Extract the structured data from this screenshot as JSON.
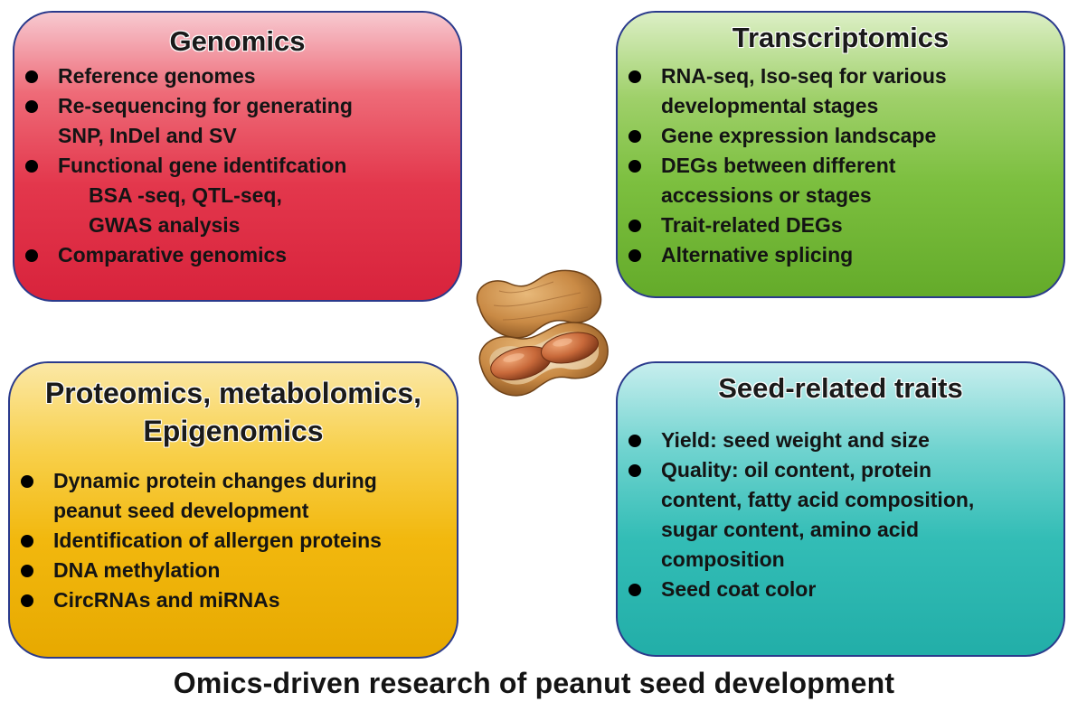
{
  "panels": {
    "genomics": {
      "title": "Genomics",
      "items": [
        "Reference genomes",
        "Re-sequencing for generating",
        "SNP, InDel and SV",
        "Functional gene identifcation",
        "BSA -seq, QTL-seq,",
        "GWAS analysis",
        "Comparative genomics"
      ]
    },
    "transcriptomics": {
      "title": "Transcriptomics",
      "items": [
        "RNA-seq, Iso-seq for various",
        "developmental stages",
        "Gene expression landscape",
        "DEGs between different",
        "accessions or stages",
        "Trait-related DEGs",
        "Alternative splicing"
      ]
    },
    "proteomics": {
      "title_line1": "Proteomics, metabolomics,",
      "title_line2": "Epigenomics",
      "items": [
        "Dynamic protein changes during",
        "peanut seed development",
        "Identification of allergen proteins",
        "DNA methylation",
        "CircRNAs and miRNAs"
      ]
    },
    "seed": {
      "title": "Seed-related traits",
      "items": [
        "Yield: seed weight and size",
        "Quality: oil content, protein",
        "content, fatty acid composition,",
        "sugar content, amino acid",
        "composition",
        "Seed coat color"
      ]
    }
  },
  "caption": "Omics-driven research of peanut seed development",
  "colors": {
    "genomics": "#e3374c",
    "transcriptomics": "#7cbf3f",
    "proteomics": "#f2b80e",
    "seed": "#33bdb6",
    "border": "#2a3a8c"
  },
  "icons": {
    "center": "peanut-illustration"
  }
}
